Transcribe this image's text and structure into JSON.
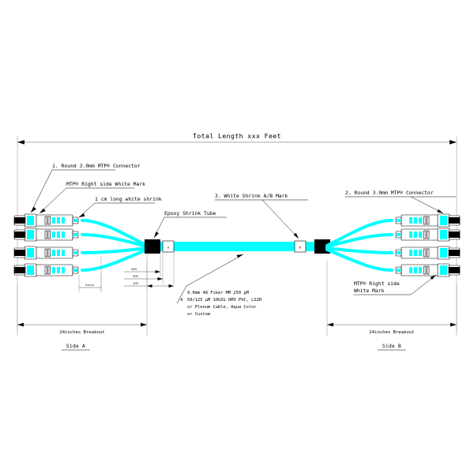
{
  "drawing": {
    "title": "Total Length xxx Feet",
    "callouts": {
      "left_connector": "1. Round 3.0mm MTP® Connector",
      "left_white_mark": "MTP® Right side White Mark",
      "left_shrink": "1 cm long white shrink",
      "epoxy": "Epoxy Shrink Tube",
      "ab_mark": "3. White Shrink A/B Mark",
      "right_connector": "2. Round 3.0mm MTP® Connector",
      "right_white_mark_l1": "MTP® Right side",
      "right_white_mark_l2": "White Mark"
    },
    "spec": {
      "item": "4",
      "l1": "9.0mm 48 Fiber MM 250 µM",
      "l2": "50/125 µM 10GIG OM3 PVC, LSZH",
      "l3": "or Plenum Cable, Aqua Color",
      "l4": "or Custom"
    },
    "marks": {
      "a": "A",
      "b": "B"
    },
    "dimensions": {
      "breakout_left": "24inches Breakout",
      "breakout_right": "24inches Breakout",
      "d_5inch": "5inch",
      "d_4cm": "4CM",
      "d_3cm": "3CM",
      "d_1cm": "1CM"
    },
    "sides": {
      "a": "Side A",
      "b": "Side B"
    },
    "colors": {
      "cable": "#00ffff",
      "connector_body": "#ffffff",
      "epoxy_tube": "#000000",
      "outline": "#000000",
      "dimension_line": "#555555"
    }
  }
}
